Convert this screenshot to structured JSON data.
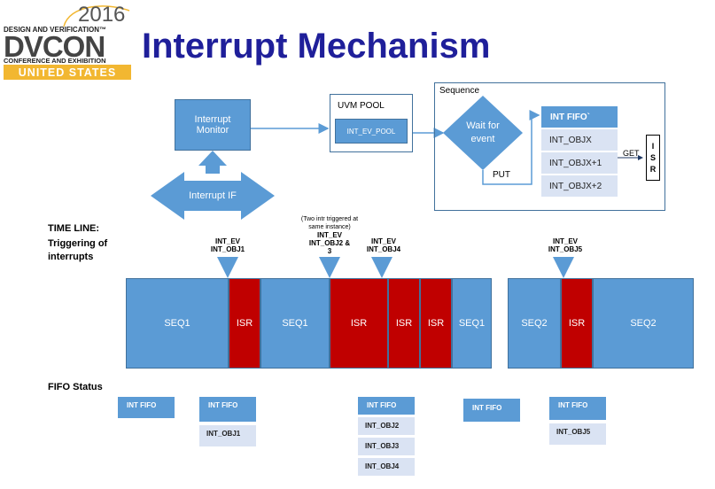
{
  "logo": {
    "year": "2016",
    "top_line": "DESIGN AND VERIFICATION™",
    "name": "DVCON",
    "sub_line": "CONFERENCE AND EXHIBITION",
    "country": "UNITED STATES"
  },
  "title": "Interrupt Mechanism",
  "diagram": {
    "interrupt_monitor": "Interrupt Monitor",
    "interrupt_if": "Interrupt IF",
    "uvm_pool_title": "UVM POOL",
    "uvm_pool_item": "INT_EV_POOL",
    "sequence_title": "Sequence",
    "wait_event": "Wait for event",
    "put_label": "PUT",
    "get_label": "GET",
    "fifo_header": "INT FIFO`",
    "fifo_items": [
      "INT_OBJX",
      "INT_OBJX+1",
      "INT_OBJX+2"
    ],
    "isr_letters": [
      "I",
      "S",
      "R"
    ]
  },
  "timeline": {
    "heading": "TIME LINE:",
    "subheading": "Triggering of interrupts",
    "annotations": [
      {
        "lines": [
          "INT_EV",
          "INT_OBJ1"
        ]
      },
      {
        "lines": [
          "(Two intr triggered at",
          "same instance)",
          "INT_EV",
          "INT_OBJ2 &",
          "3"
        ]
      },
      {
        "lines": [
          "INT_EV",
          "INT_OBJ4"
        ]
      },
      {
        "lines": [
          "INT_EV",
          "INT_OBJ5"
        ]
      }
    ],
    "segments": [
      "SEQ1",
      "ISR",
      "SEQ1",
      "ISR",
      "ISR",
      "ISR",
      "SEQ1",
      "SEQ2",
      "ISR",
      "SEQ2"
    ]
  },
  "fifo_status": {
    "heading": "FIFO Status",
    "header": "INT FIFO",
    "columns": [
      [],
      [
        "INT_OBJ1"
      ],
      [
        "INT_OBJ2",
        "INT_OBJ3",
        "INT_OBJ4"
      ],
      [],
      [
        "INT_OBJ5"
      ]
    ]
  },
  "colors": {
    "blue": "#5b9bd5",
    "red": "#c00000",
    "light": "#dae3f3",
    "title": "#1f1f9a",
    "logo_gold": "#f2b731"
  }
}
